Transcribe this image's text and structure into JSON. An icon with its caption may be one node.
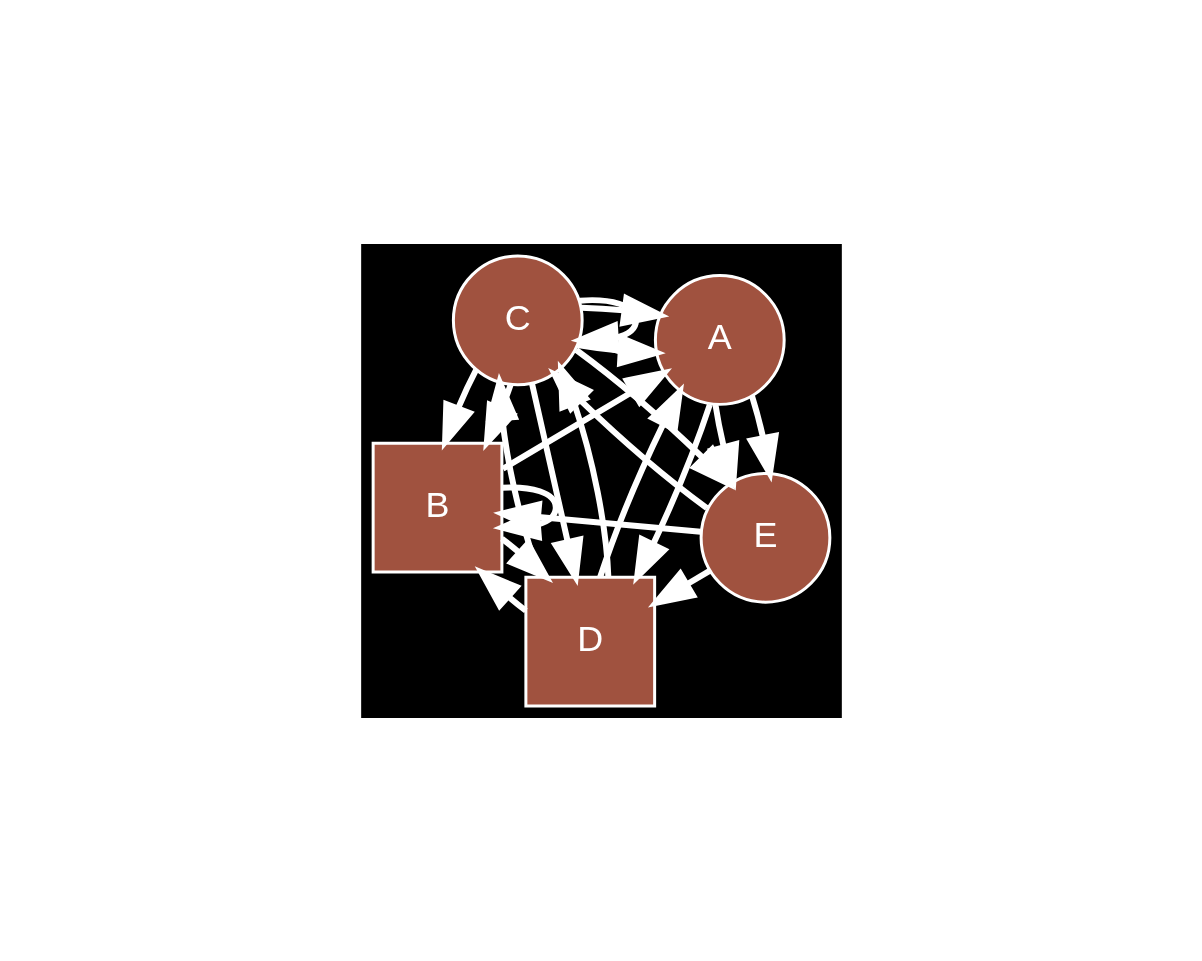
{
  "diagram": {
    "nodes": [
      {
        "text": [
          "B"
        ]
      },
      {
        "text": [
          "E"
        ]
      },
      {
        "text": [
          "D"
        ]
      },
      {
        "text": [
          "C"
        ]
      },
      {
        "text": [
          "A"
        ]
      }
    ],
    "edges": [
      {
        "from": 1,
        "to": 0,
        "arrow": "to"
      },
      {
        "from": 0,
        "to": 0,
        "arrow": "to"
      },
      {
        "from": 1,
        "to": 2,
        "arrow": "to"
      },
      {
        "from": 0,
        "to": 2,
        "arrow": "to"
      },
      {
        "from": 2,
        "to": 0,
        "arrow": "to"
      },
      {
        "from": 3,
        "to": 0,
        "arrow": "to"
      },
      {
        "from": 3,
        "to": 0,
        "arrow": "to"
      },
      {
        "from": 0,
        "to": 4,
        "arrow": "to"
      },
      {
        "from": 1,
        "to": 3,
        "arrow": "to"
      },
      {
        "from": 3,
        "to": 1,
        "arrow": "to"
      },
      {
        "from": 4,
        "to": 1,
        "arrow": "to"
      },
      {
        "from": 4,
        "to": 1,
        "arrow": "to"
      },
      {
        "from": 3,
        "to": 4,
        "arrow": "to"
      },
      {
        "from": 3,
        "to": 4,
        "arrow": "to"
      },
      {
        "from": 3,
        "to": 3,
        "arrow": "to"
      },
      {
        "from": 3,
        "to": 2,
        "arrow": "to"
      },
      {
        "from": 2,
        "to": 3,
        "arrow": "to"
      },
      {
        "from": 2,
        "to": 3,
        "arrow": "to"
      },
      {
        "from": 4,
        "to": 2,
        "arrow": "to"
      },
      {
        "from": 2,
        "to": 4,
        "arrow": "to"
      }
    ]
  }
}
